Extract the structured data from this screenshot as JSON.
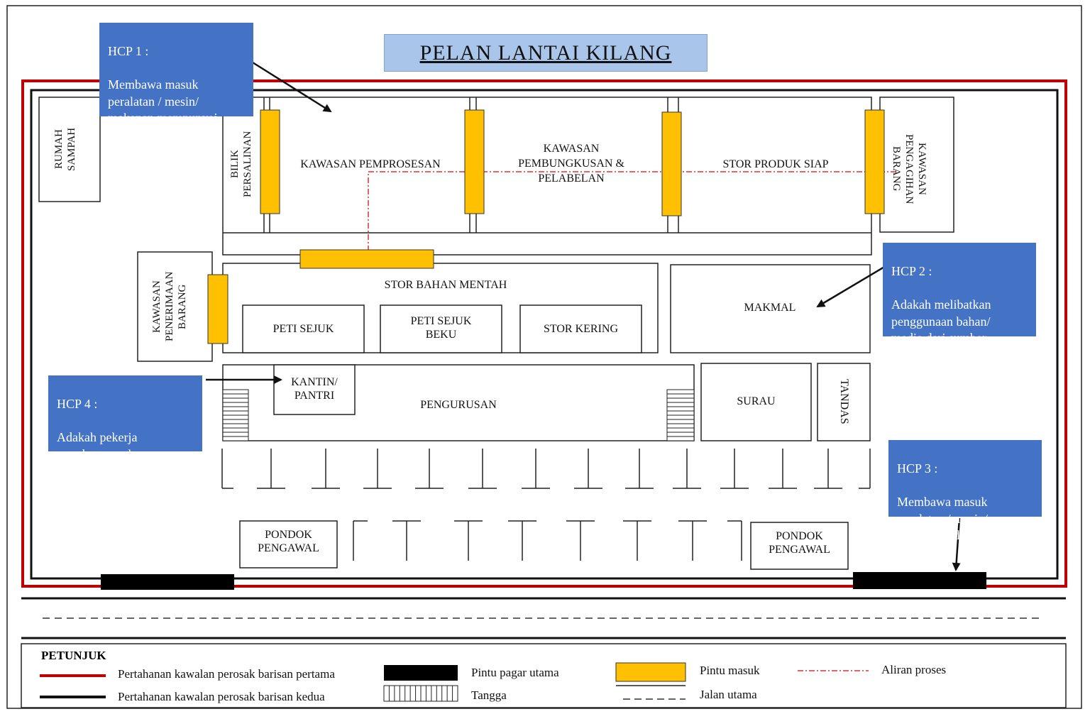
{
  "title": "PELAN LANTAI KILANG",
  "hcp": {
    "hcp1": {
      "label": "HCP 1 :",
      "text": "Membawa masuk\nperalatan / mesin/\nmakanan mempunyai\nrisiko  halal"
    },
    "hcp2": {
      "label": "HCP 2 :",
      "text": "Adakah melibatkan\npenggunaan bahan/\nmedia dari sumber\nyang tidak halal"
    },
    "hcp3": {
      "label": "HCP 3 :",
      "text": "Membawa masuk\nperalatan / mesin/\nmakanan tidak halal"
    },
    "hcp4": {
      "label": "HCP 4 :",
      "text": "Adakah pekerja\nmembawa makanan\ntidak  halal."
    }
  },
  "rooms": {
    "rumah_sampah": "RUMAH\nSAMPAH",
    "bilik_persalinan": "BILIK\nPERSALINAN",
    "kawasan_pemprosesan": "KAWASAN PEMPROSESAN",
    "kawasan_pembungkusan": "KAWASAN\nPEMBUNGKUSAN  &\nPELABELAN",
    "stor_produk_siap": "STOR PRODUK  SIAP",
    "kawasan_pengagihan": "KAWASAN\nPENGAGIHAN\nBARANG",
    "kawasan_penerimaan": "KAWASAN\nPENERIMAAN\nBARANG",
    "stor_bahan_mentah": "STOR BAHAN MENTAH",
    "peti_sejuk": "PETI SEJUK",
    "peti_sejuk_beku": "PETI SEJUK\nBEKU",
    "stor_kering": "STOR KERING",
    "makmal": "MAKMAL",
    "kantin": "KANTIN/\nPANTRI",
    "pengurusan": "PENGURUSAN",
    "surau": "SURAU",
    "tandas": "TANDAS",
    "pondok_kiri": "PONDOK\nPENGAWAL",
    "pondok_kanan": "PONDOK\nPENGAWAL"
  },
  "legend": {
    "title": "PETUNJUK",
    "red_line": "Pertahanan kawalan  perosak barisan pertama",
    "black_line": "Pertahanan kawalan  perosak barisan kedua",
    "gate": "Pintu pagar utama",
    "stairs": "Tangga",
    "door": "Pintu masuk",
    "road": "Jalan utama",
    "flow": "Aliran proses"
  },
  "colors": {
    "outer_fence": "#c00000",
    "door": "#ffc000",
    "hcp_box": "#4472c4",
    "title_box": "#a9c6ea",
    "flow_line": "#e03030"
  }
}
